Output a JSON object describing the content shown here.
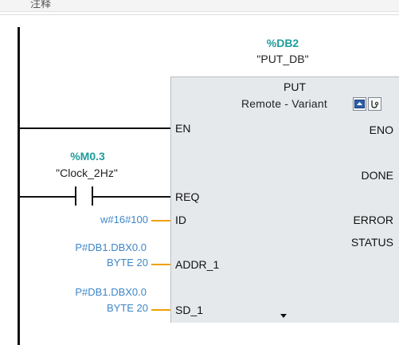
{
  "header": {
    "label": "注释"
  },
  "block": {
    "db_address": "%DB2",
    "db_name": "\"PUT_DB\"",
    "title": "PUT",
    "subtitle": "Remote - Variant",
    "icons": [
      "upload-icon",
      "diagnostics-icon"
    ]
  },
  "pins": {
    "en": "EN",
    "eno": "ENO",
    "req": "REQ",
    "done": "DONE",
    "id": "ID",
    "error": "ERROR",
    "status": "STATUS",
    "addr_1": "ADDR_1",
    "sd_1": "SD_1"
  },
  "contact": {
    "address": "%M0.3",
    "name": "\"Clock_2Hz\""
  },
  "params": {
    "id_value": "w#16#100",
    "addr_1_line1": "P#DB1.DBX0.0",
    "addr_1_line2": "BYTE 20",
    "sd_1_line1": "P#DB1.DBX0.0",
    "sd_1_line2": "BYTE 20"
  },
  "colors": {
    "operand_teal": "#1f9c9c",
    "param_blue": "#3f86c7",
    "pin_stub_orange": "#f0a000",
    "block_fill": "#e6e9ec"
  }
}
